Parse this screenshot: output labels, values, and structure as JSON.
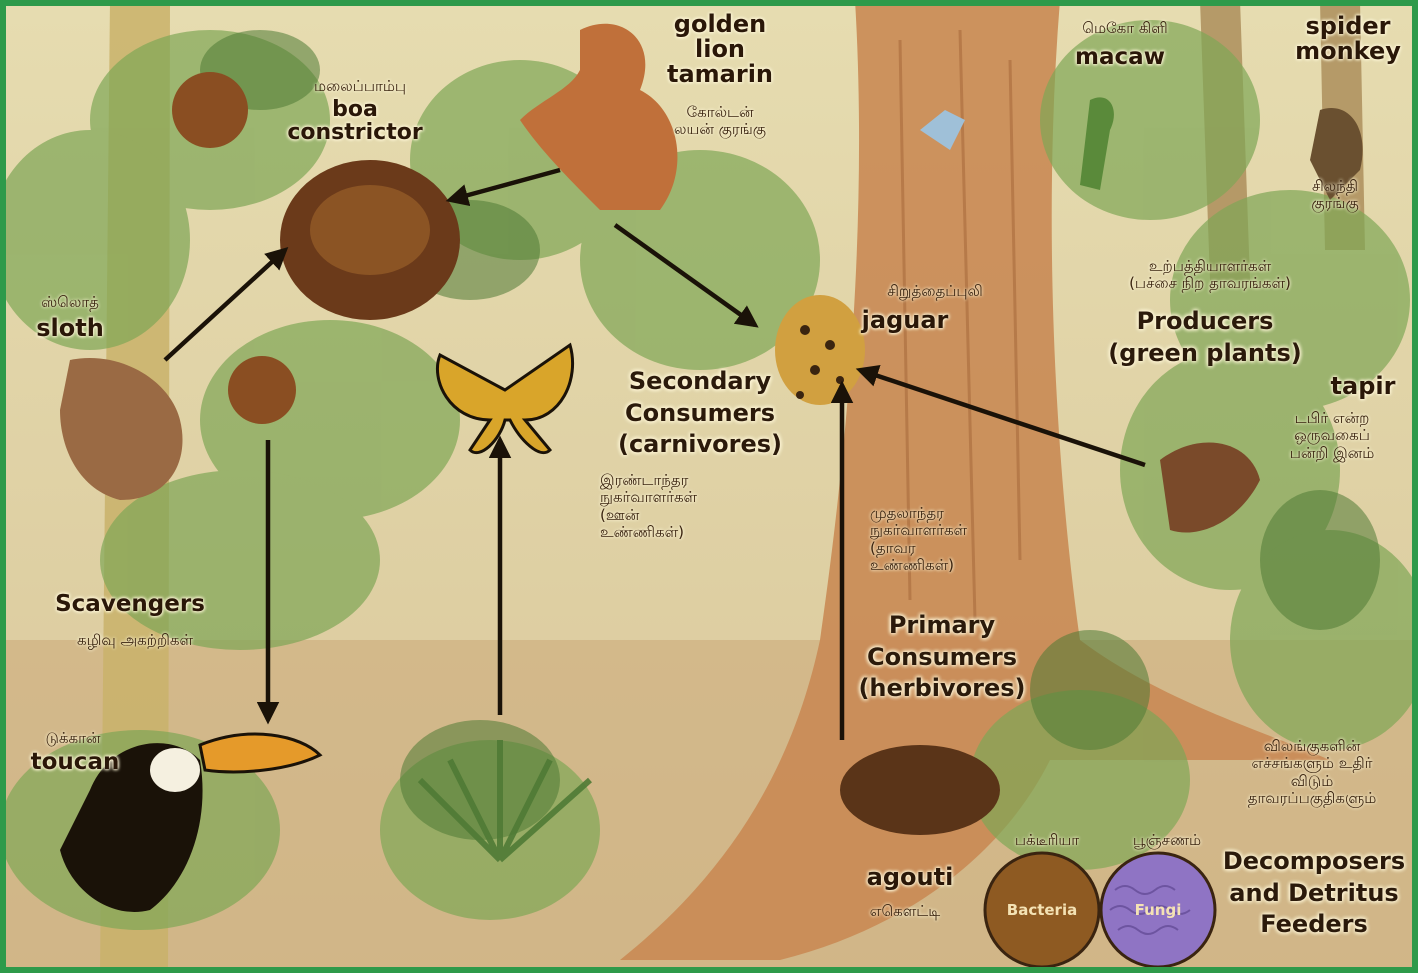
{
  "colors": {
    "frame": "#2e9a4a",
    "background": "#e9dab2",
    "trunk": "#c98a54",
    "foliage": "#7fa656",
    "arrow": "#1a1208",
    "bacteria": "#8e5a22",
    "fungi": "#8f74c4"
  },
  "animals": {
    "boa": {
      "ta": "மலைப்பாம்பு",
      "en": "boa\nconstrictor"
    },
    "tamarin": {
      "en": "golden\nlion\ntamarin",
      "ta": "கோல்டன்\nலயன் குரங்கு"
    },
    "macaw": {
      "ta": "மெகோ கிளி",
      "en": "macaw"
    },
    "spider_monkey": {
      "en": "spider\nmonkey",
      "ta": "சிலந்தி\nகுரங்கு"
    },
    "sloth": {
      "ta": "ஸ்லொத்",
      "en": "sloth"
    },
    "jaguar": {
      "ta": "சிறுத்தைப்புலி",
      "en": "jaguar"
    },
    "tapir": {
      "en": "tapir",
      "ta": "டபிர் என்ற\nஒருவகைப்\nபன்றி இனம்"
    },
    "toucan": {
      "ta": "டுக்கான்",
      "en": "toucan"
    },
    "agouti": {
      "en": "agouti",
      "ta": "எகௌட்டி"
    }
  },
  "categories": {
    "producers": {
      "ta": "உற்பத்தியாளர்கள்\n(பச்சை நிற தாவரங்கள்)",
      "en": "Producers\n(green plants)"
    },
    "secondary": {
      "en": "Secondary\nConsumers\n(carnivores)",
      "ta": "இரண்டாந்தர\nநுகர்வாளர்கள்\n(ஊன்\nஉண்ணிகள்)"
    },
    "primary": {
      "ta": "முதலாந்தர\nநுகர்வாளர்கள்\n(தாவர\nஉண்ணிகள்)",
      "en": "Primary\nConsumers\n(herbivores)"
    },
    "scavengers": {
      "en": "Scavengers",
      "ta": "கழிவு அகற்றிகள்"
    },
    "decomposers": {
      "ta": "விலங்குகளின்\nஎச்சங்களும் உதிர்\nவிடும்\nதாவரப்பகுதிகளும்",
      "en": "Decomposers\nand Detritus\nFeeders"
    }
  },
  "decomposer_circles": {
    "bacteria": {
      "ta": "பக்டீரியா",
      "label": "Bacteria"
    },
    "fungi": {
      "ta": "பூஞ்சணம்",
      "label": "Fungi"
    }
  }
}
